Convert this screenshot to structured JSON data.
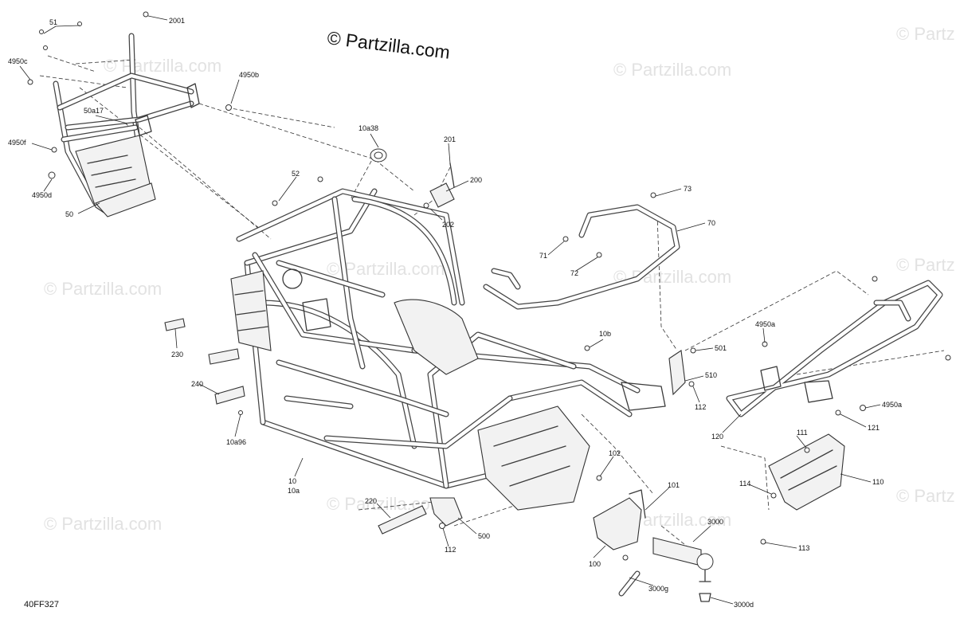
{
  "watermark": {
    "brand": "© Partzilla.com",
    "color": "#e2e2e2"
  },
  "copyright": "© Partzilla.com",
  "diagram_code": "40FF327",
  "callouts": {
    "c2001": "2001",
    "c51": "51",
    "c4950c": "4950c",
    "c4950b": "4950b",
    "c50a17": "50a17",
    "c4950f": "4950f",
    "c4950d": "4950d",
    "c50": "50",
    "c10a38": "10a38",
    "c201": "201",
    "c200": "200",
    "c202": "202",
    "c52": "52",
    "c73": "73",
    "c70": "70",
    "c71": "71",
    "c72": "72",
    "c230": "230",
    "c240": "240",
    "c10a96": "10a96",
    "c10": "10",
    "c10a": "10a",
    "c10b": "10b",
    "c501": "501",
    "c510": "510",
    "c112a": "112",
    "c4950a_top": "4950a",
    "c4950a_right": "4950a",
    "c120": "120",
    "c121": "121",
    "c111": "111",
    "c110": "110",
    "c114": "114",
    "c113": "113",
    "c102": "102",
    "c101": "101",
    "c220": "220",
    "c500": "500",
    "c112b": "112",
    "c3000": "3000",
    "c100": "100",
    "c3000g": "3000g",
    "c3000d": "3000d"
  }
}
